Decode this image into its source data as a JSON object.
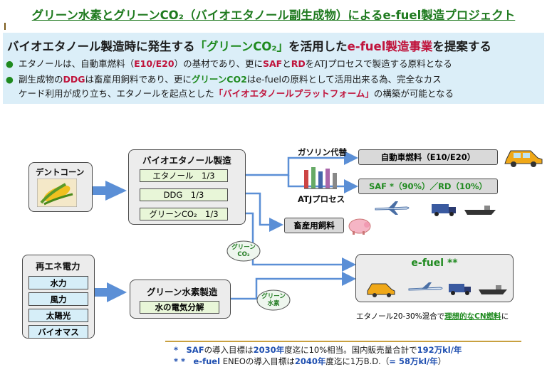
{
  "title": "グリーン水素とグリーンCO₂（バイオエタノール副生成物）によるe-fuel製造プロジェクト",
  "summary": {
    "headline_pre": "バイオエタノール製造時に発生する",
    "headline_key": "「グリーンCO₂」",
    "headline_mid": "を活用した",
    "headline_key2": "e-fuel製造事業",
    "headline_post": "を提案する",
    "bullet_symbol": "●",
    "bullet1_a": "エタノールは、自動車燃料（",
    "bullet1_b": "E10/E20",
    "bullet1_c": "）の基材であり、更に",
    "bullet1_d": "SAF",
    "bullet1_e": "と",
    "bullet1_f": "RD",
    "bullet1_g": "をATJプロセスで製造する原料となる",
    "bullet2_a": "副生成物の",
    "bullet2_b": "DDG",
    "bullet2_c": "は畜産用飼料であり、更に",
    "bullet2_d": "グリーンCO2",
    "bullet2_e": "はe-fuelの原料として活用出来る為、完全なカス",
    "bullet3_a": "ケード利用が成り立ち、エタノールを起点とした",
    "bullet3_b": "「バイオエタノールプラットフォーム」",
    "bullet3_c": "の構築が可能となる"
  },
  "diagram": {
    "dent_corn": "デントコーン",
    "bio_ethanol_title": "バイオエタノール製造",
    "ethanol": "エタノール　1/3",
    "ddg": "DDG　1/3",
    "green_co2_item": "グリーンCO₂　1/3",
    "gasoline": "ガソリン代替",
    "atj": "ATJプロセス",
    "auto_fuel": "自動車燃料（E10/E20）",
    "saf_rd": "SAF *（90%）／RD（10%）",
    "feed": "畜産用飼料",
    "renewable_title": "再エネ電力",
    "renewables": [
      "水力",
      "風力",
      "太陽光",
      "バイオマス"
    ],
    "hydrogen_title": "グリーン水素製造",
    "electrolysis": "水の電気分解",
    "cloud_co2": "グリーン\nCO₂",
    "cloud_h2": "グリーン\n水素",
    "efuel": "e-fuel **",
    "blend_note_a": "エタノール20-30%混合で",
    "blend_note_b": "理想的なCN燃料",
    "blend_note_c": "に"
  },
  "footnotes": {
    "f1_mark": "*",
    "f1_a": "SAF",
    "f1_b": "の導入目標は",
    "f1_c": "2030年",
    "f1_d": "度迄に10%相当。国内販売量合計で",
    "f1_e": "192万kl/年",
    "f2_mark": "* *",
    "f2_a": "e-fuel",
    "f2_b": " ENEOの導入目標は",
    "f2_c": "2040年",
    "f2_d": "度迄に1万B.D.（",
    "f2_e": "= 58万kl/年",
    "f2_f": "）"
  },
  "colors": {
    "title_green": "#1f7a1f",
    "summary_bg": "#dbeef8",
    "arrow_blue": "#5b8fd6",
    "accent_red": "#c0143c"
  }
}
